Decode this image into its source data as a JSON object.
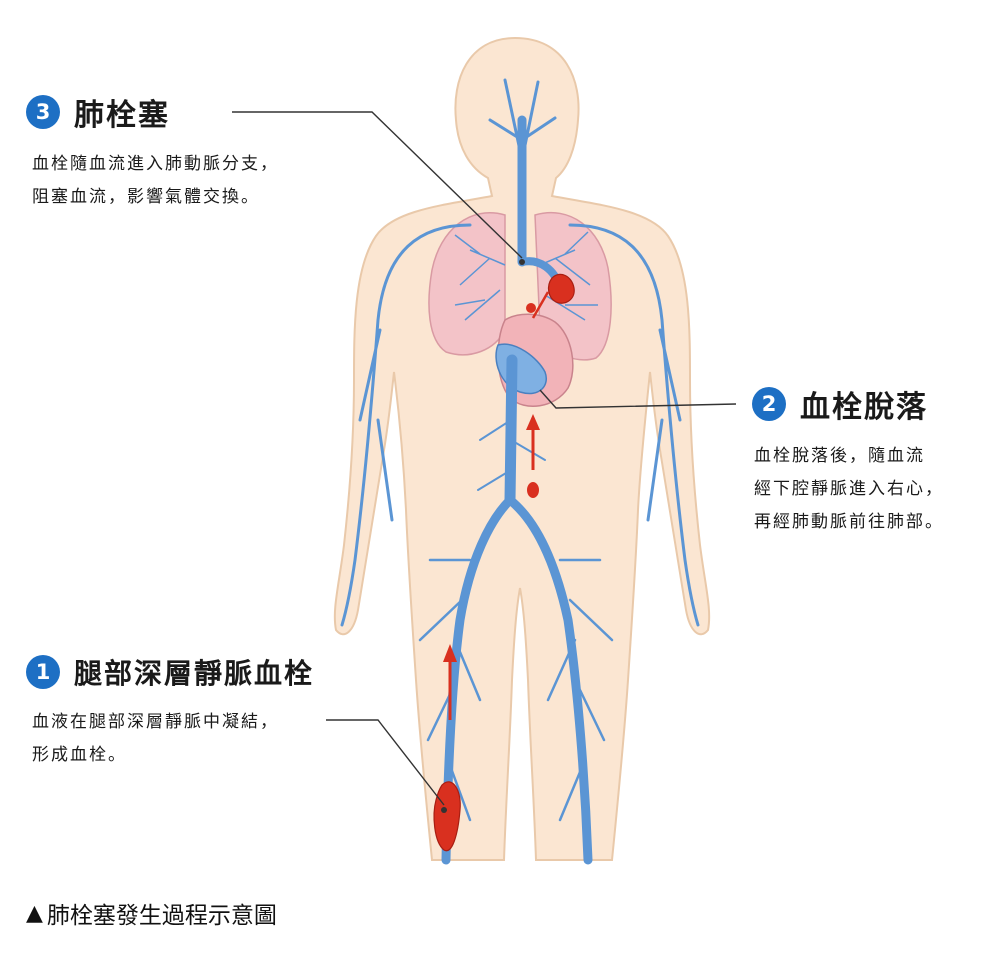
{
  "colors": {
    "accent_blue": "#1d6fc4",
    "vein_blue": "#5b95d4",
    "skin": "#fbe6d2",
    "lung_pink": "#f3c3c8",
    "clot_red": "#d9301f"
  },
  "annotations": [
    {
      "number": "3",
      "title": "肺栓塞",
      "lines": [
        "血栓隨血流進入肺動脈分支，",
        "阻塞血流，影響氣體交換。"
      ]
    },
    {
      "number": "2",
      "title": "血栓脫落",
      "lines": [
        "血栓脫落後，隨血流",
        "經下腔靜脈進入右心，",
        "再經肺動脈前往肺部。"
      ]
    },
    {
      "number": "1",
      "title": "腿部深層靜脈血栓",
      "lines": [
        "血液在腿部深層靜脈中凝結，",
        "形成血栓。"
      ]
    }
  ],
  "caption": {
    "marker": "▲",
    "text": "肺栓塞發生過程示意圖"
  }
}
